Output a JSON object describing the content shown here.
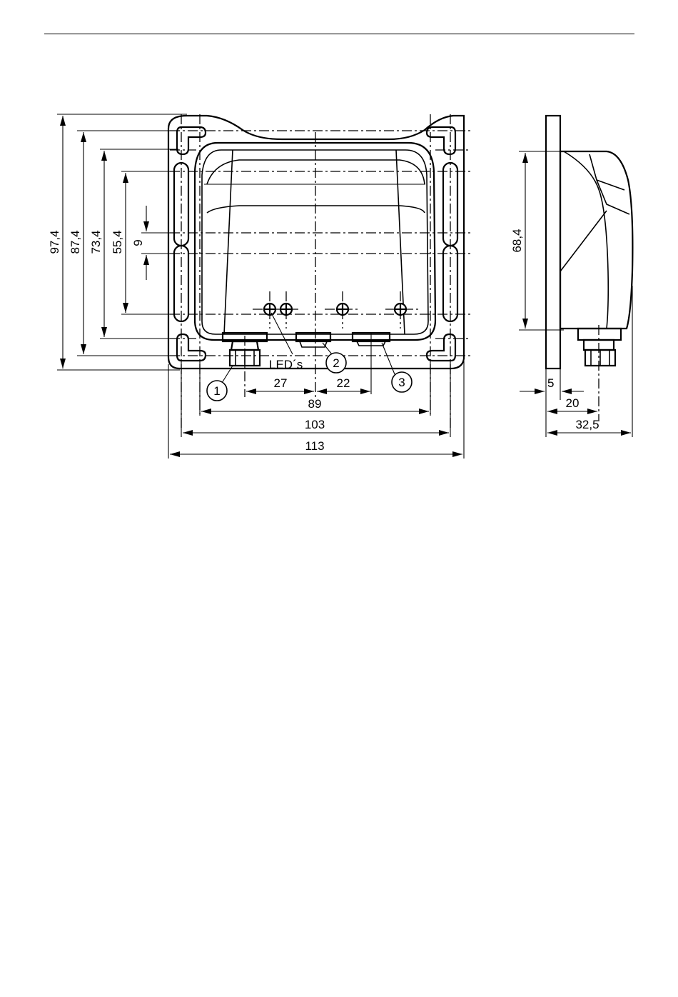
{
  "front_view": {
    "height_dims": [
      "97,4",
      "87,4",
      "73,4",
      "55,4",
      "9"
    ],
    "width_dims": [
      "27",
      "22",
      "89",
      "103",
      "113"
    ],
    "leds_label": "LED´s",
    "callouts": [
      "1",
      "2",
      "3"
    ]
  },
  "side_view": {
    "height_dim": "68,4",
    "depth_dims": [
      "5",
      "20",
      "32,5"
    ]
  }
}
